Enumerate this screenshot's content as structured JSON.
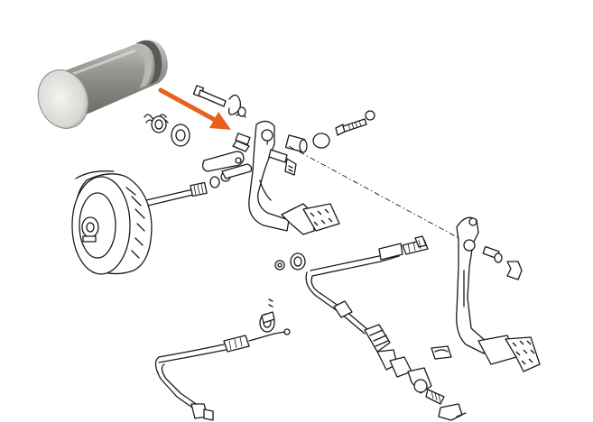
{
  "colors": {
    "background": "#ffffff",
    "line": "#1a1a1a",
    "arrow": "#e8601c",
    "pin_highlight": "#f2f2f0",
    "pin_shadow": "#707070"
  },
  "callouts": [
    {
      "name": "pedal-pivot-pin",
      "icon": "cylindrical-pin-photo"
    },
    {
      "name": "pointer-arrow",
      "icon": "orange-arrow-icon"
    }
  ]
}
